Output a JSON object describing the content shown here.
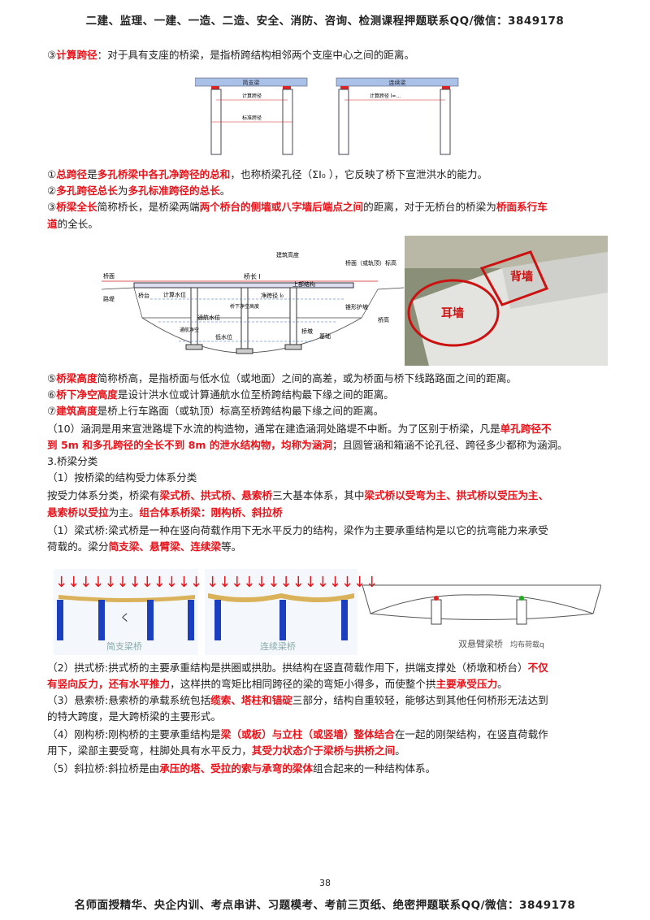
{
  "header": "二建、监理、一建、一造、二造、安全、消防、咨询、检测课程押题联系QQ/微信：3849178",
  "footer": "名师面授精华、央企内训、考点串讲、习题模考、考前三页纸、绝密押题联系QQ/微信：3849178",
  "page_number": "38",
  "lines": [
    [
      {
        "t": "③"
      },
      {
        "t": "计算跨径",
        "r": true
      },
      {
        "t": "：对于具有支座的桥梁，是指桥跨结构相邻两个支座中心之间的距离。"
      }
    ],
    [
      {
        "t": "①"
      },
      {
        "t": "总跨径",
        "r": true
      },
      {
        "t": "是"
      },
      {
        "t": "多孔桥梁中各孔净跨径的总和",
        "r": true
      },
      {
        "t": "，也称桥梁孔径（ΣI₀ ），它反映了桥下宣泄洪水的能力。"
      }
    ],
    [
      {
        "t": "②"
      },
      {
        "t": "多孔跨径总长",
        "r": true
      },
      {
        "t": "为"
      },
      {
        "t": "多孔标准跨径的总长",
        "r": true
      },
      {
        "t": "。"
      }
    ],
    [
      {
        "t": "③"
      },
      {
        "t": "桥梁全长",
        "r": true
      },
      {
        "t": "简称桥长，是桥梁两端"
      },
      {
        "t": "两个桥台的侧墙或八字墙后端点之间",
        "r": true
      },
      {
        "t": "的距离，对于无桥台的桥梁为"
      },
      {
        "t": "桥面系行车",
        "r": true
      }
    ],
    [
      {
        "t": "道",
        "r": true
      },
      {
        "t": "的全长。"
      }
    ],
    [
      {
        "t": "⑤"
      },
      {
        "t": "桥梁高度",
        "r": true
      },
      {
        "t": "简称桥高，是指桥面与低水位（或地面）之间的高差，或为桥面与桥下线路路面之间的距离。"
      }
    ],
    [
      {
        "t": "⑥"
      },
      {
        "t": "桥下净空高度",
        "r": true
      },
      {
        "t": "是设计洪水位或计算通航水位至桥跨结构最下缘之间的距离。"
      }
    ],
    [
      {
        "t": "⑦"
      },
      {
        "t": "建筑高度",
        "r": true
      },
      {
        "t": "是桥上行车路面（或轨顶）标高至桥跨结构最下缘之间的距离。"
      }
    ],
    [
      {
        "t": "（10）涵洞是用来宣泄路堤下水流的构造物，通常在建造涵洞处路堤不中断。为了区别于桥梁，凡是"
      },
      {
        "t": "单孔跨径不",
        "r": true
      }
    ],
    [
      {
        "t": "到 5m 和多孔跨径的全长不到 8m 的泄水结构物，均称为涵洞",
        "r": true
      },
      {
        "t": "；且圆管涵和箱涵不论孔径、跨径多少都称为涵洞。"
      }
    ],
    [
      {
        "t": "3.桥梁分类"
      }
    ],
    [
      {
        "t": "（1）按桥梁的结构受力体系分类"
      }
    ],
    [
      {
        "t": "按受力体系分类，桥梁有"
      },
      {
        "t": "梁式桥、拱式桥、悬索桥",
        "r": true
      },
      {
        "t": "三大基本体系，其中"
      },
      {
        "t": "梁式桥以受弯为主、拱式桥以受压为主、",
        "r": true
      }
    ],
    [
      {
        "t": "悬索桥以受拉",
        "r": true
      },
      {
        "t": "为主。"
      },
      {
        "t": "组合体系桥梁：刚构桥、斜拉桥",
        "r": true
      }
    ],
    [
      {
        "t": "（1）梁式桥:梁式桥是一种在竖向荷载作用下无水平反力的结构，梁作为主要承重结构是以它的抗弯能力来承受"
      }
    ],
    [
      {
        "t": "荷载的。梁分"
      },
      {
        "t": "简支梁、悬臂梁、连续梁",
        "r": true
      },
      {
        "t": "等。"
      }
    ],
    [
      {
        "t": "（2）拱式桥:拱式桥的主要承重结构是拱圈或拱肋。拱结构在竖直荷载作用下，拱端支撑处（桥墩和桥台）"
      },
      {
        "t": "不仅",
        "r": true
      }
    ],
    [
      {
        "t": "有竖向反力，还有水平推力",
        "r": true
      },
      {
        "t": "，这样拱的弯矩比相同跨径的梁的弯矩小得多，而使整个拱"
      },
      {
        "t": "主要承受压力",
        "r": true
      },
      {
        "t": "。"
      }
    ],
    [
      {
        "t": "（3）悬索桥:悬索桥的承载系统包括"
      },
      {
        "t": "缆索、塔柱和锚碇",
        "r": true
      },
      {
        "t": "三部分，结构自重较轻，能够达到其他任何桥形无法达到"
      }
    ],
    [
      {
        "t": "的特大跨度，是大跨桥梁的主要形式。"
      }
    ],
    [
      {
        "t": "（4）刚构桥:刚构桥的主要承重结构是"
      },
      {
        "t": "梁（或板）与立柱（或竖墙）整体结合",
        "r": true
      },
      {
        "t": "在一起的刚架结构，在竖直荷载作"
      }
    ],
    [
      {
        "t": "用下，梁部主要受弯，柱脚处具有水平反力，"
      },
      {
        "t": "其受力状态介于梁桥与拱桥之间",
        "r": true
      },
      {
        "t": "。"
      }
    ],
    [
      {
        "t": "（5）斜拉桥:斜拉桥是由"
      },
      {
        "t": "承压的塔、受拉的索与承弯的梁体",
        "r": true
      },
      {
        "t": "组合起来的一种结构体系。"
      }
    ]
  ],
  "fig1": {
    "left_title": "简支梁",
    "left_l1": "计算跨径",
    "left_l2": "标准跨径",
    "right_title": "连续梁",
    "right_l1": "计算跨径 l=..."
  },
  "fig2": {
    "bridge_length": "桥长 l",
    "calc_water": "计算水位",
    "nav_water": "通航水位",
    "low_water": "低水位",
    "clear_span": "净跨径 l₀",
    "pier": "桥墩",
    "abut": "桥台",
    "embank": "路堤",
    "deck": "桥面",
    "upper": "上部结构",
    "found": "基础",
    "cone": "锥形护坡",
    "height": "建筑高度",
    "deck_rail": "桥面（或轨顶）标高",
    "nav_clear": "通航净空",
    "clear_h": "桥下净空高度",
    "bridge_h": "桥高",
    "back": "背墙",
    "side": "耳墙"
  },
  "fig3": {
    "simple": "简支梁桥",
    "continuous": "连续梁桥",
    "cantilever": "双悬臂梁桥",
    "load": "均布荷载q",
    "arrow_mark": "く"
  },
  "colors": {
    "red": "#e8141b",
    "beam_blue": "#8fb4dc",
    "pier_blue": "#1b3fbf",
    "beam_yellow": "#d9b25a"
  }
}
